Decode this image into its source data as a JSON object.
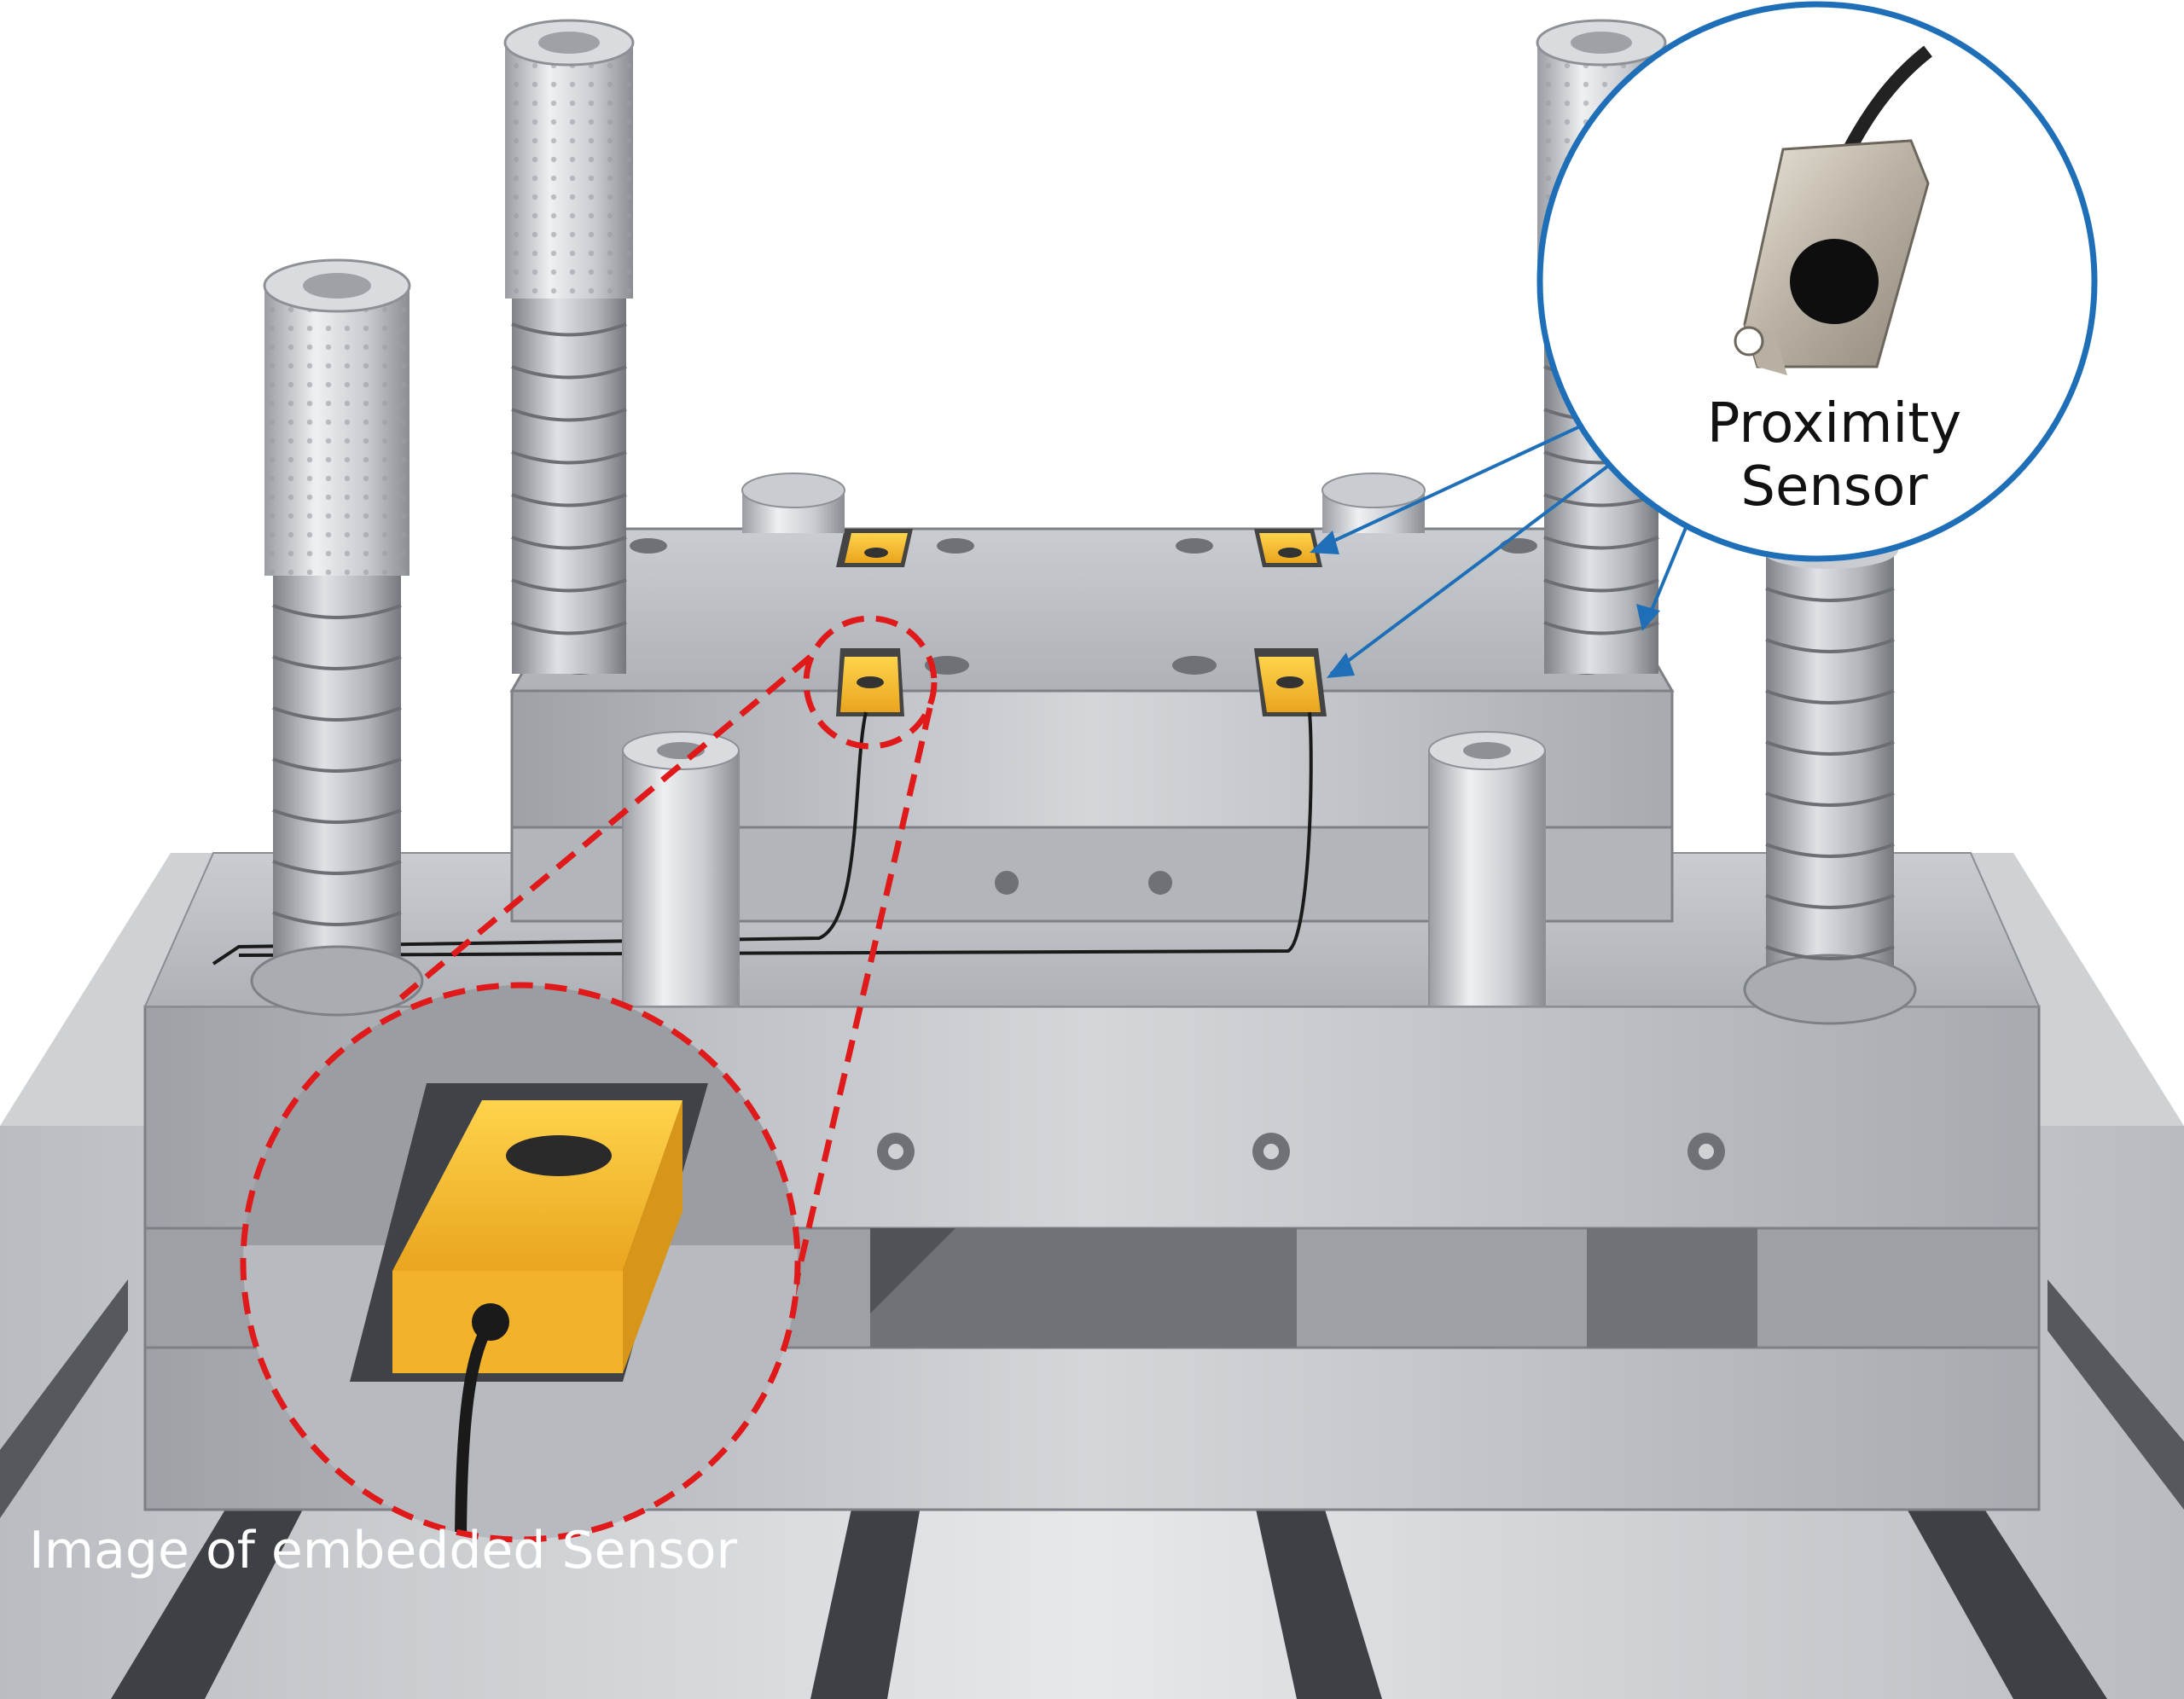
{
  "labels": {
    "proximity_line1": "Proximity",
    "proximity_line2": "Sensor",
    "embedded_caption": "Image of embedded Sensor"
  },
  "colors": {
    "steel_light": "#d9dcdf",
    "steel_mid": "#b7bbbf",
    "steel_dark": "#8d9196",
    "sensor_yellow": "#f5b82a",
    "callout_red": "#e01a1a",
    "callout_blue": "#1f6fb8"
  },
  "icons": [
    "guide-post-spring",
    "proximity-sensor",
    "embedded-sensor",
    "bushing",
    "screw-hole"
  ]
}
